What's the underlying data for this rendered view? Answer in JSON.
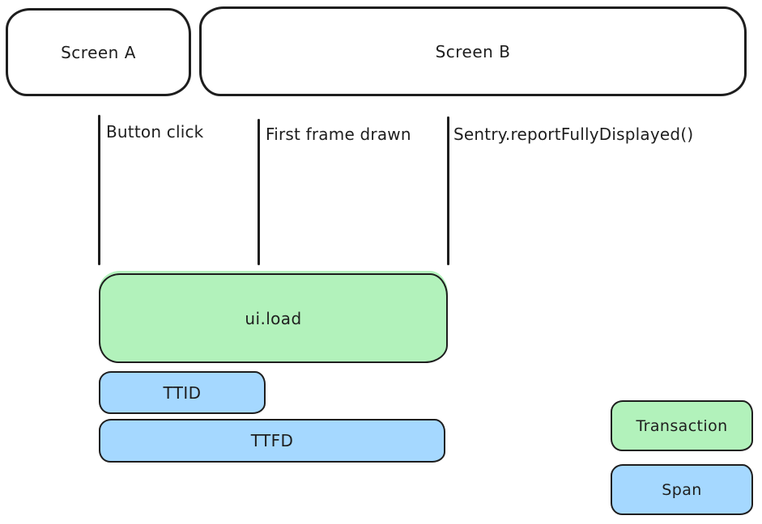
{
  "screens": [
    {
      "label": "Screen A"
    },
    {
      "label": "Screen B"
    }
  ],
  "markers": [
    {
      "label": "Button click"
    },
    {
      "label": "First frame drawn"
    },
    {
      "label": "Sentry.reportFullyDisplayed()"
    }
  ],
  "bars": [
    {
      "label": "ui.load",
      "kind": "transaction"
    },
    {
      "label": "TTID",
      "kind": "span"
    },
    {
      "label": "TTFD",
      "kind": "span"
    }
  ],
  "legend": [
    {
      "label": "Transaction",
      "kind": "transaction"
    },
    {
      "label": "Span",
      "kind": "span"
    }
  ],
  "colors": {
    "transaction_fill": "#b2f2bb",
    "span_fill": "#a5d8ff",
    "stroke": "#1e1e1e",
    "background": "#ffffff"
  }
}
